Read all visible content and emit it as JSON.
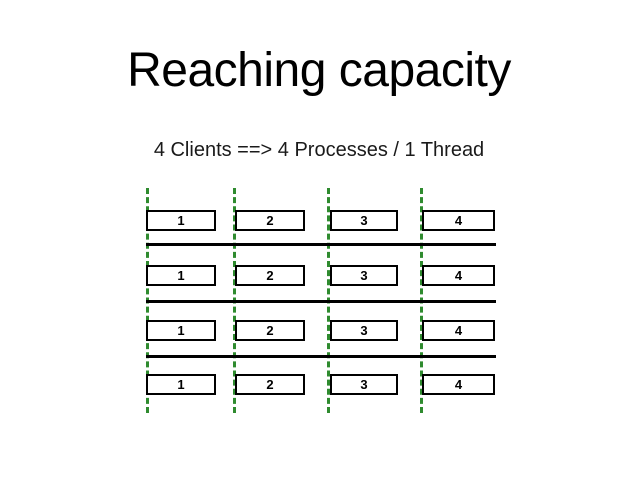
{
  "slide": {
    "title": "Reaching capacity",
    "subtitle": "4 Clients ==> 4 Processes / 1 Thread"
  },
  "colors": {
    "divider_green": "#2f8b2f",
    "separator_black": "#000000",
    "box_border": "#000000",
    "box_fill": "#ffffff",
    "background": "#ffffff",
    "text": "#000000"
  },
  "diagram": {
    "type": "process-thread-grid",
    "client_count": 4,
    "process_count": 4,
    "threads_per_process": 1,
    "column_labels": [
      "1",
      "2",
      "3",
      "4"
    ],
    "rows": [
      {
        "row_index": 1,
        "cells": [
          "1",
          "2",
          "3",
          "4"
        ]
      },
      {
        "row_index": 2,
        "cells": [
          "1",
          "2",
          "3",
          "4"
        ]
      },
      {
        "row_index": 3,
        "cells": [
          "1",
          "2",
          "3",
          "4"
        ]
      },
      {
        "row_index": 4,
        "cells": [
          "1",
          "2",
          "3",
          "4"
        ]
      }
    ],
    "dividers": [
      {
        "name": "client-divider-1"
      },
      {
        "name": "client-divider-2"
      },
      {
        "name": "client-divider-3"
      },
      {
        "name": "client-divider-4"
      }
    ],
    "separators": [
      {
        "name": "process-separator-1"
      },
      {
        "name": "process-separator-2"
      },
      {
        "name": "process-separator-3"
      }
    ]
  }
}
